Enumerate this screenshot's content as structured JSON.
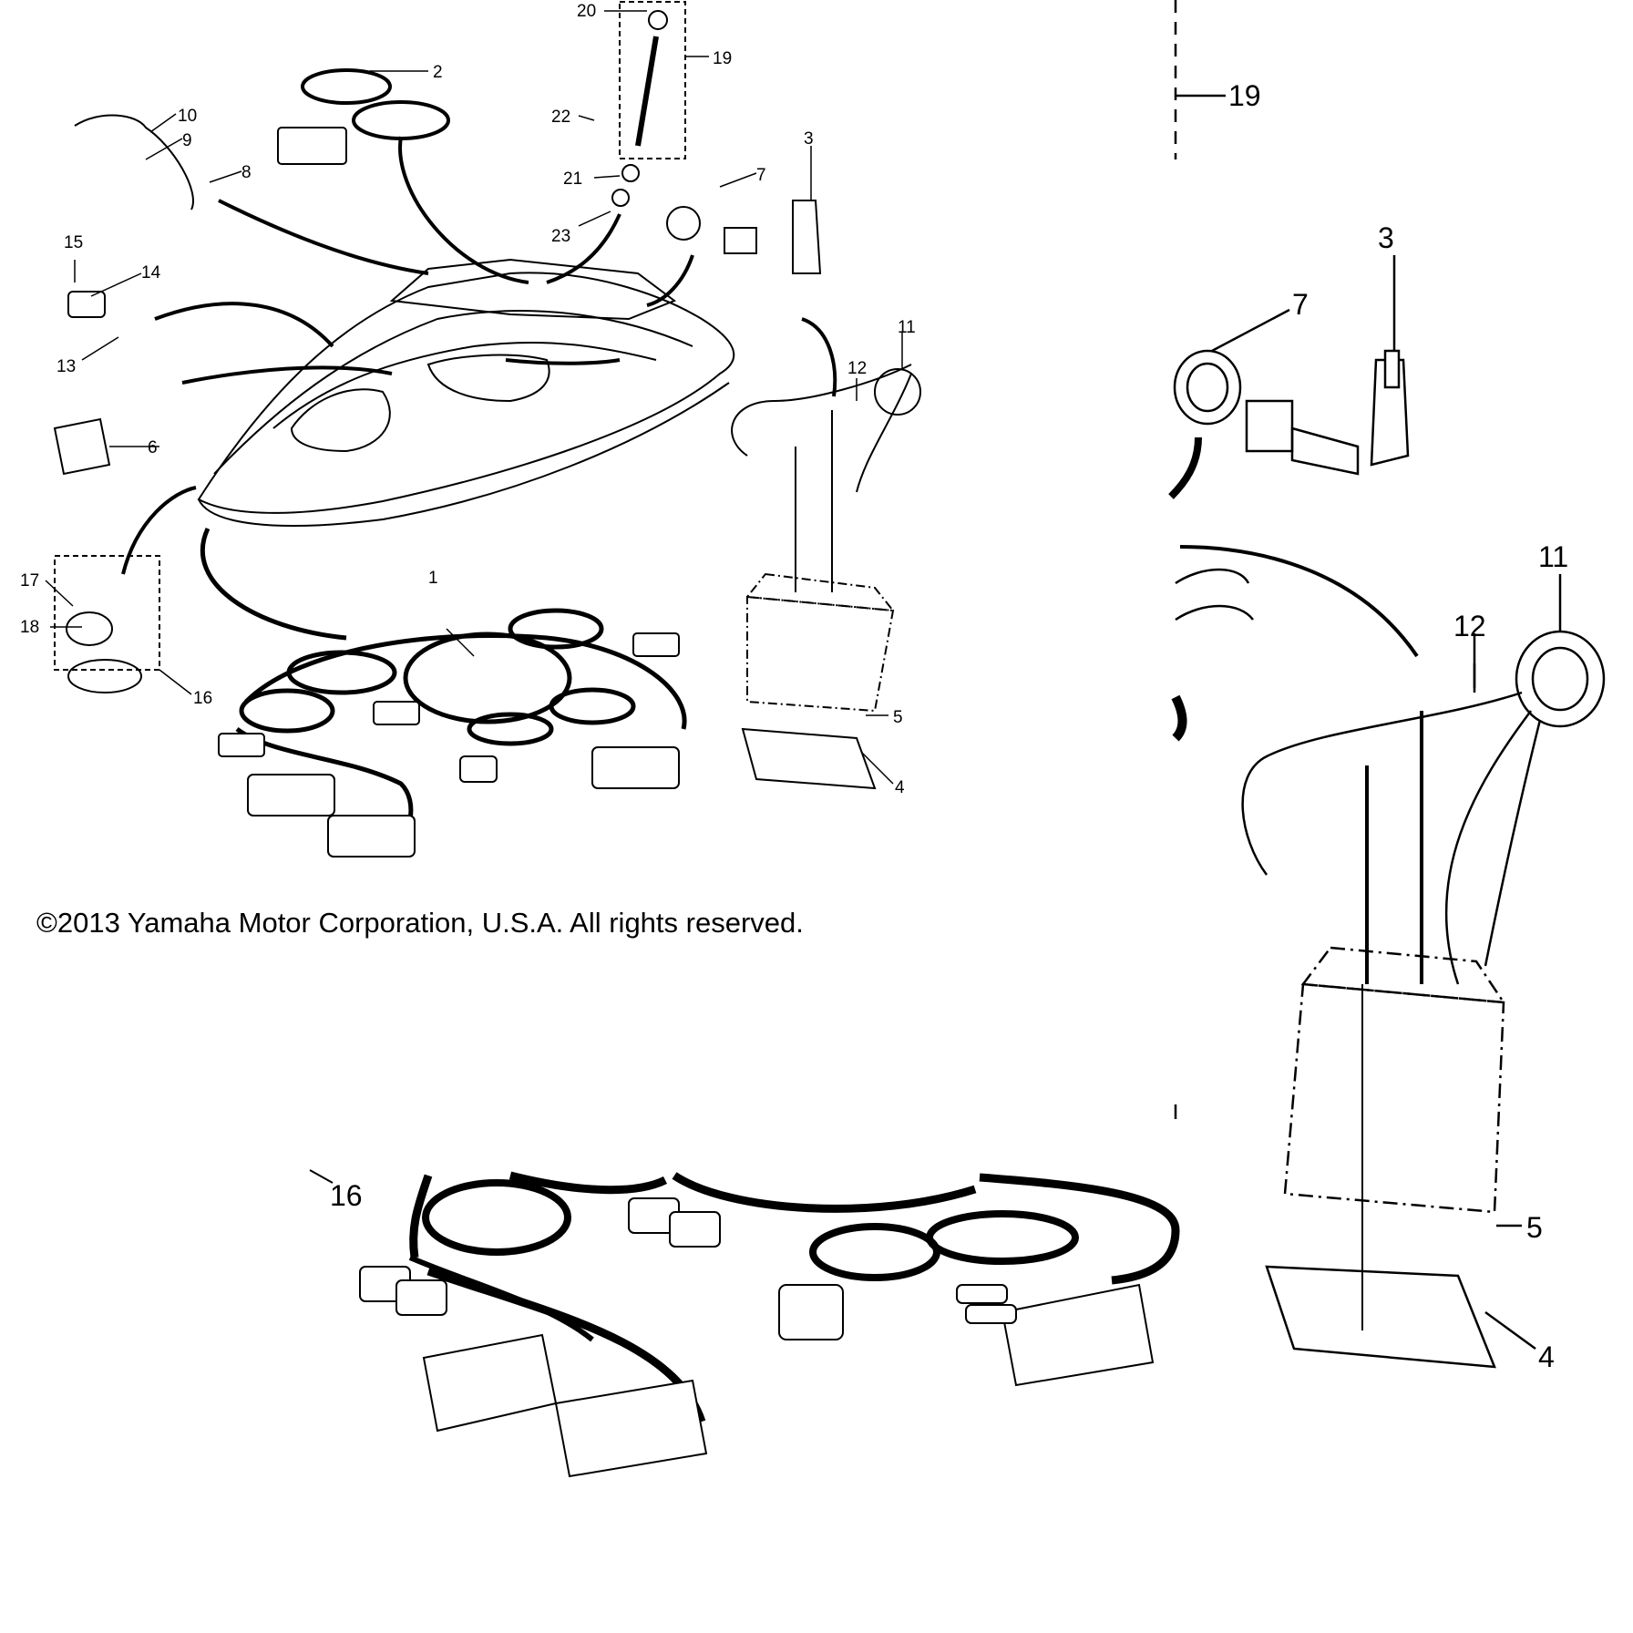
{
  "copyright": "©2013 Yamaha Motor Corporation, U.S.A. All rights reserved.",
  "callouts_main": [
    "1",
    "2",
    "3",
    "4",
    "5",
    "6",
    "7",
    "8",
    "9",
    "10",
    "11",
    "12",
    "13",
    "14",
    "15",
    "16",
    "17",
    "18",
    "19",
    "20",
    "21",
    "22",
    "23"
  ],
  "callouts_right_detail": [
    "19",
    "3",
    "7",
    "11",
    "12",
    "5",
    "4"
  ],
  "callouts_bottom_detail": [
    "16"
  ]
}
